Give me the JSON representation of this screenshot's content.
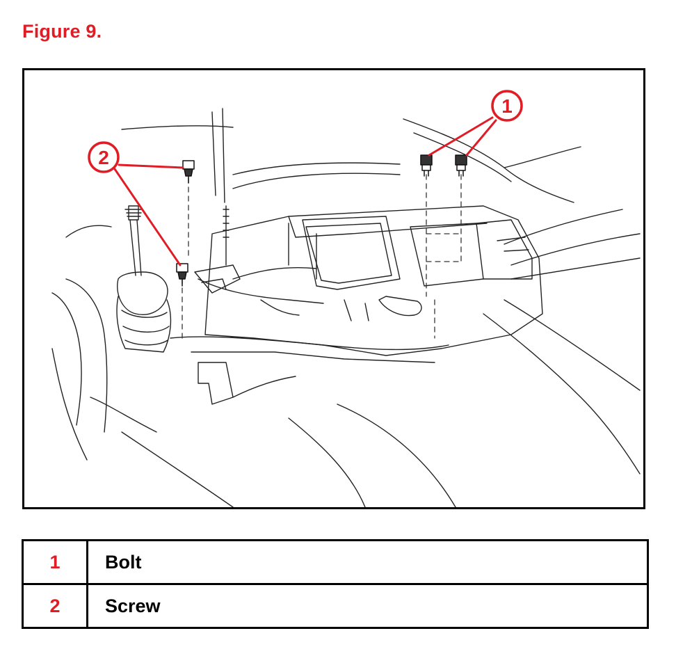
{
  "figure": {
    "title": "Figure 9.",
    "callouts": [
      {
        "number": "1"
      },
      {
        "number": "2"
      }
    ]
  },
  "legend": {
    "rows": [
      {
        "number": "1",
        "label": "Bolt"
      },
      {
        "number": "2",
        "label": "Screw"
      }
    ]
  },
  "colors": {
    "accent": "#e01c24",
    "ink": "#000000"
  }
}
